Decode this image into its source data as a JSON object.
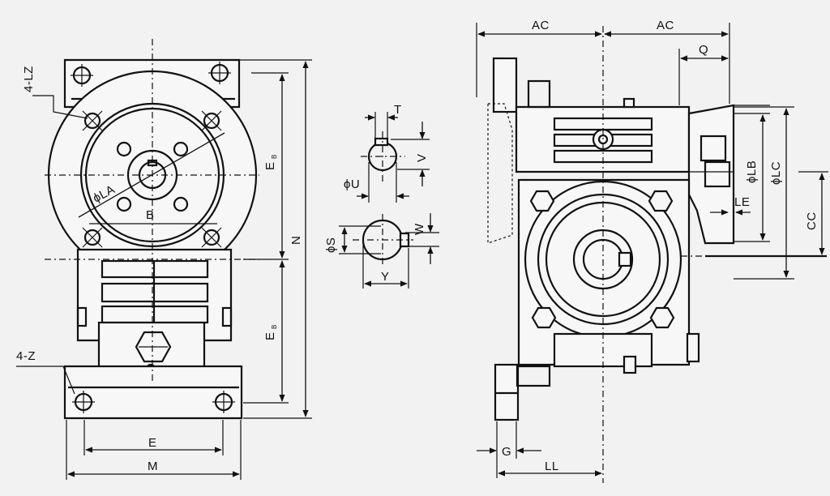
{
  "labels": {
    "four_lz": "4-LZ",
    "four_z": "4-Z",
    "phi_la": "ϕLA",
    "b": "B",
    "e_b_top": "E",
    "e_b_top_sub": "B",
    "e_b_bottom": "E",
    "e_b_bottom_sub": "B",
    "n": "N",
    "e": "E",
    "m": "M",
    "t": "T",
    "v": "V",
    "phi_u": "ϕU",
    "w": "W",
    "phi_s": "ϕS",
    "y": "Y",
    "ac_left": "AC",
    "ac_right": "AC",
    "q": "Q",
    "phi_lb": "ϕLB",
    "phi_lc": "ϕLC",
    "le": "LE",
    "cc": "CC",
    "g": "G",
    "ll": "LL"
  }
}
